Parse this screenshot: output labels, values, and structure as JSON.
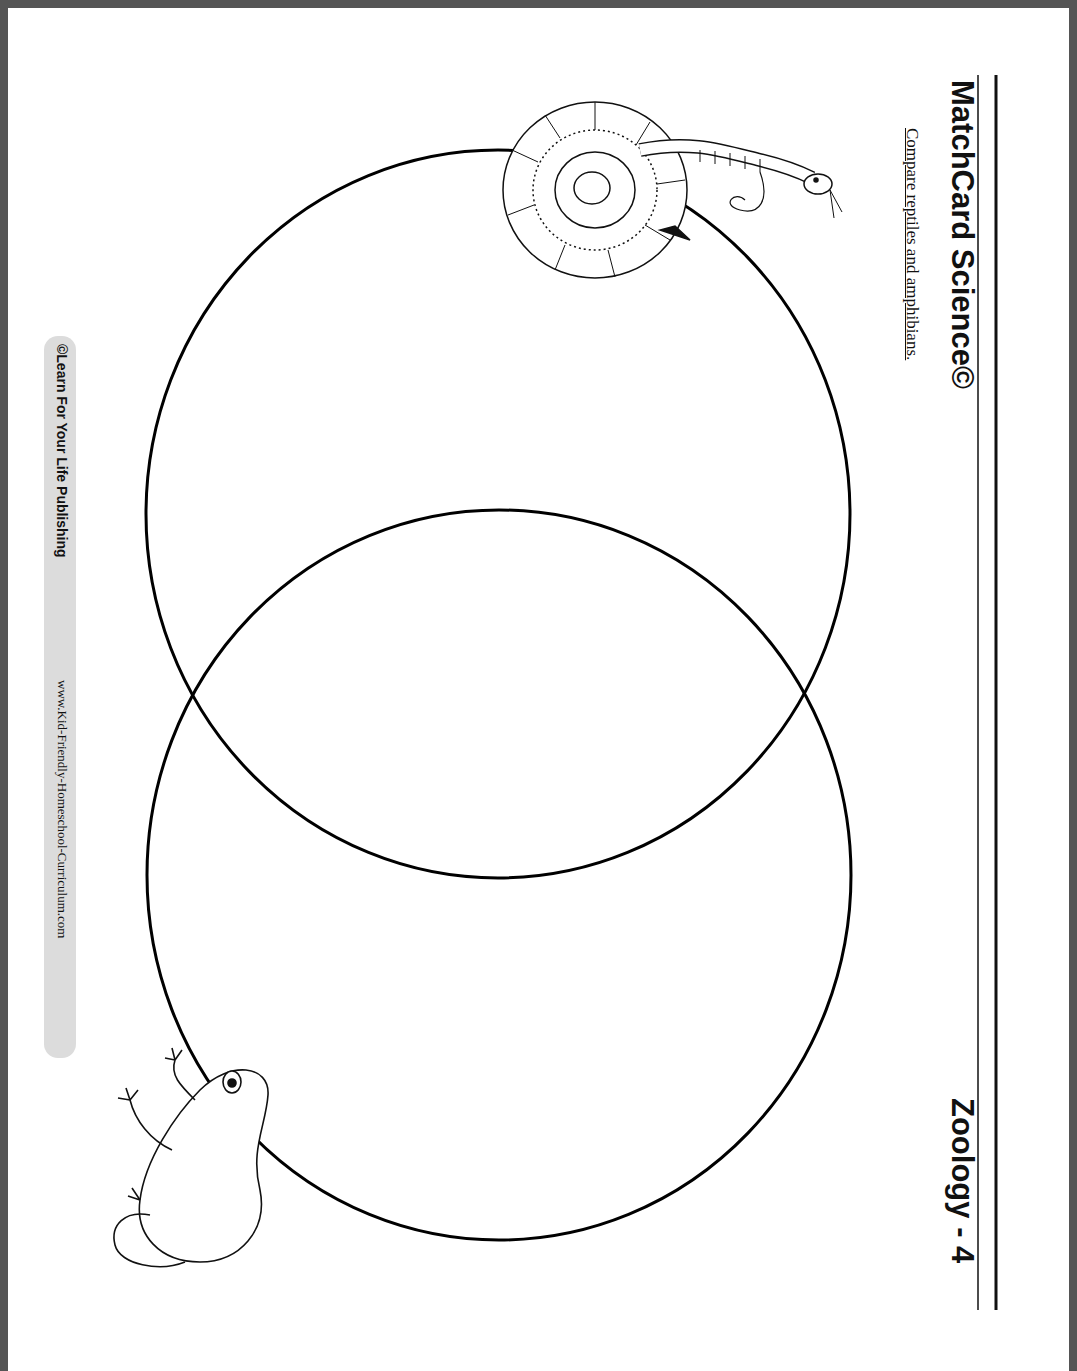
{
  "diagram": {
    "title": "MatchCard Science©",
    "labels": [
      "Compare reptiles and amphibians.",
      "Zoology - 4",
      "©Learn For Your Life Publishing",
      "www.Kid-Friendly-Homeschool-Curriculum.com"
    ]
  }
}
